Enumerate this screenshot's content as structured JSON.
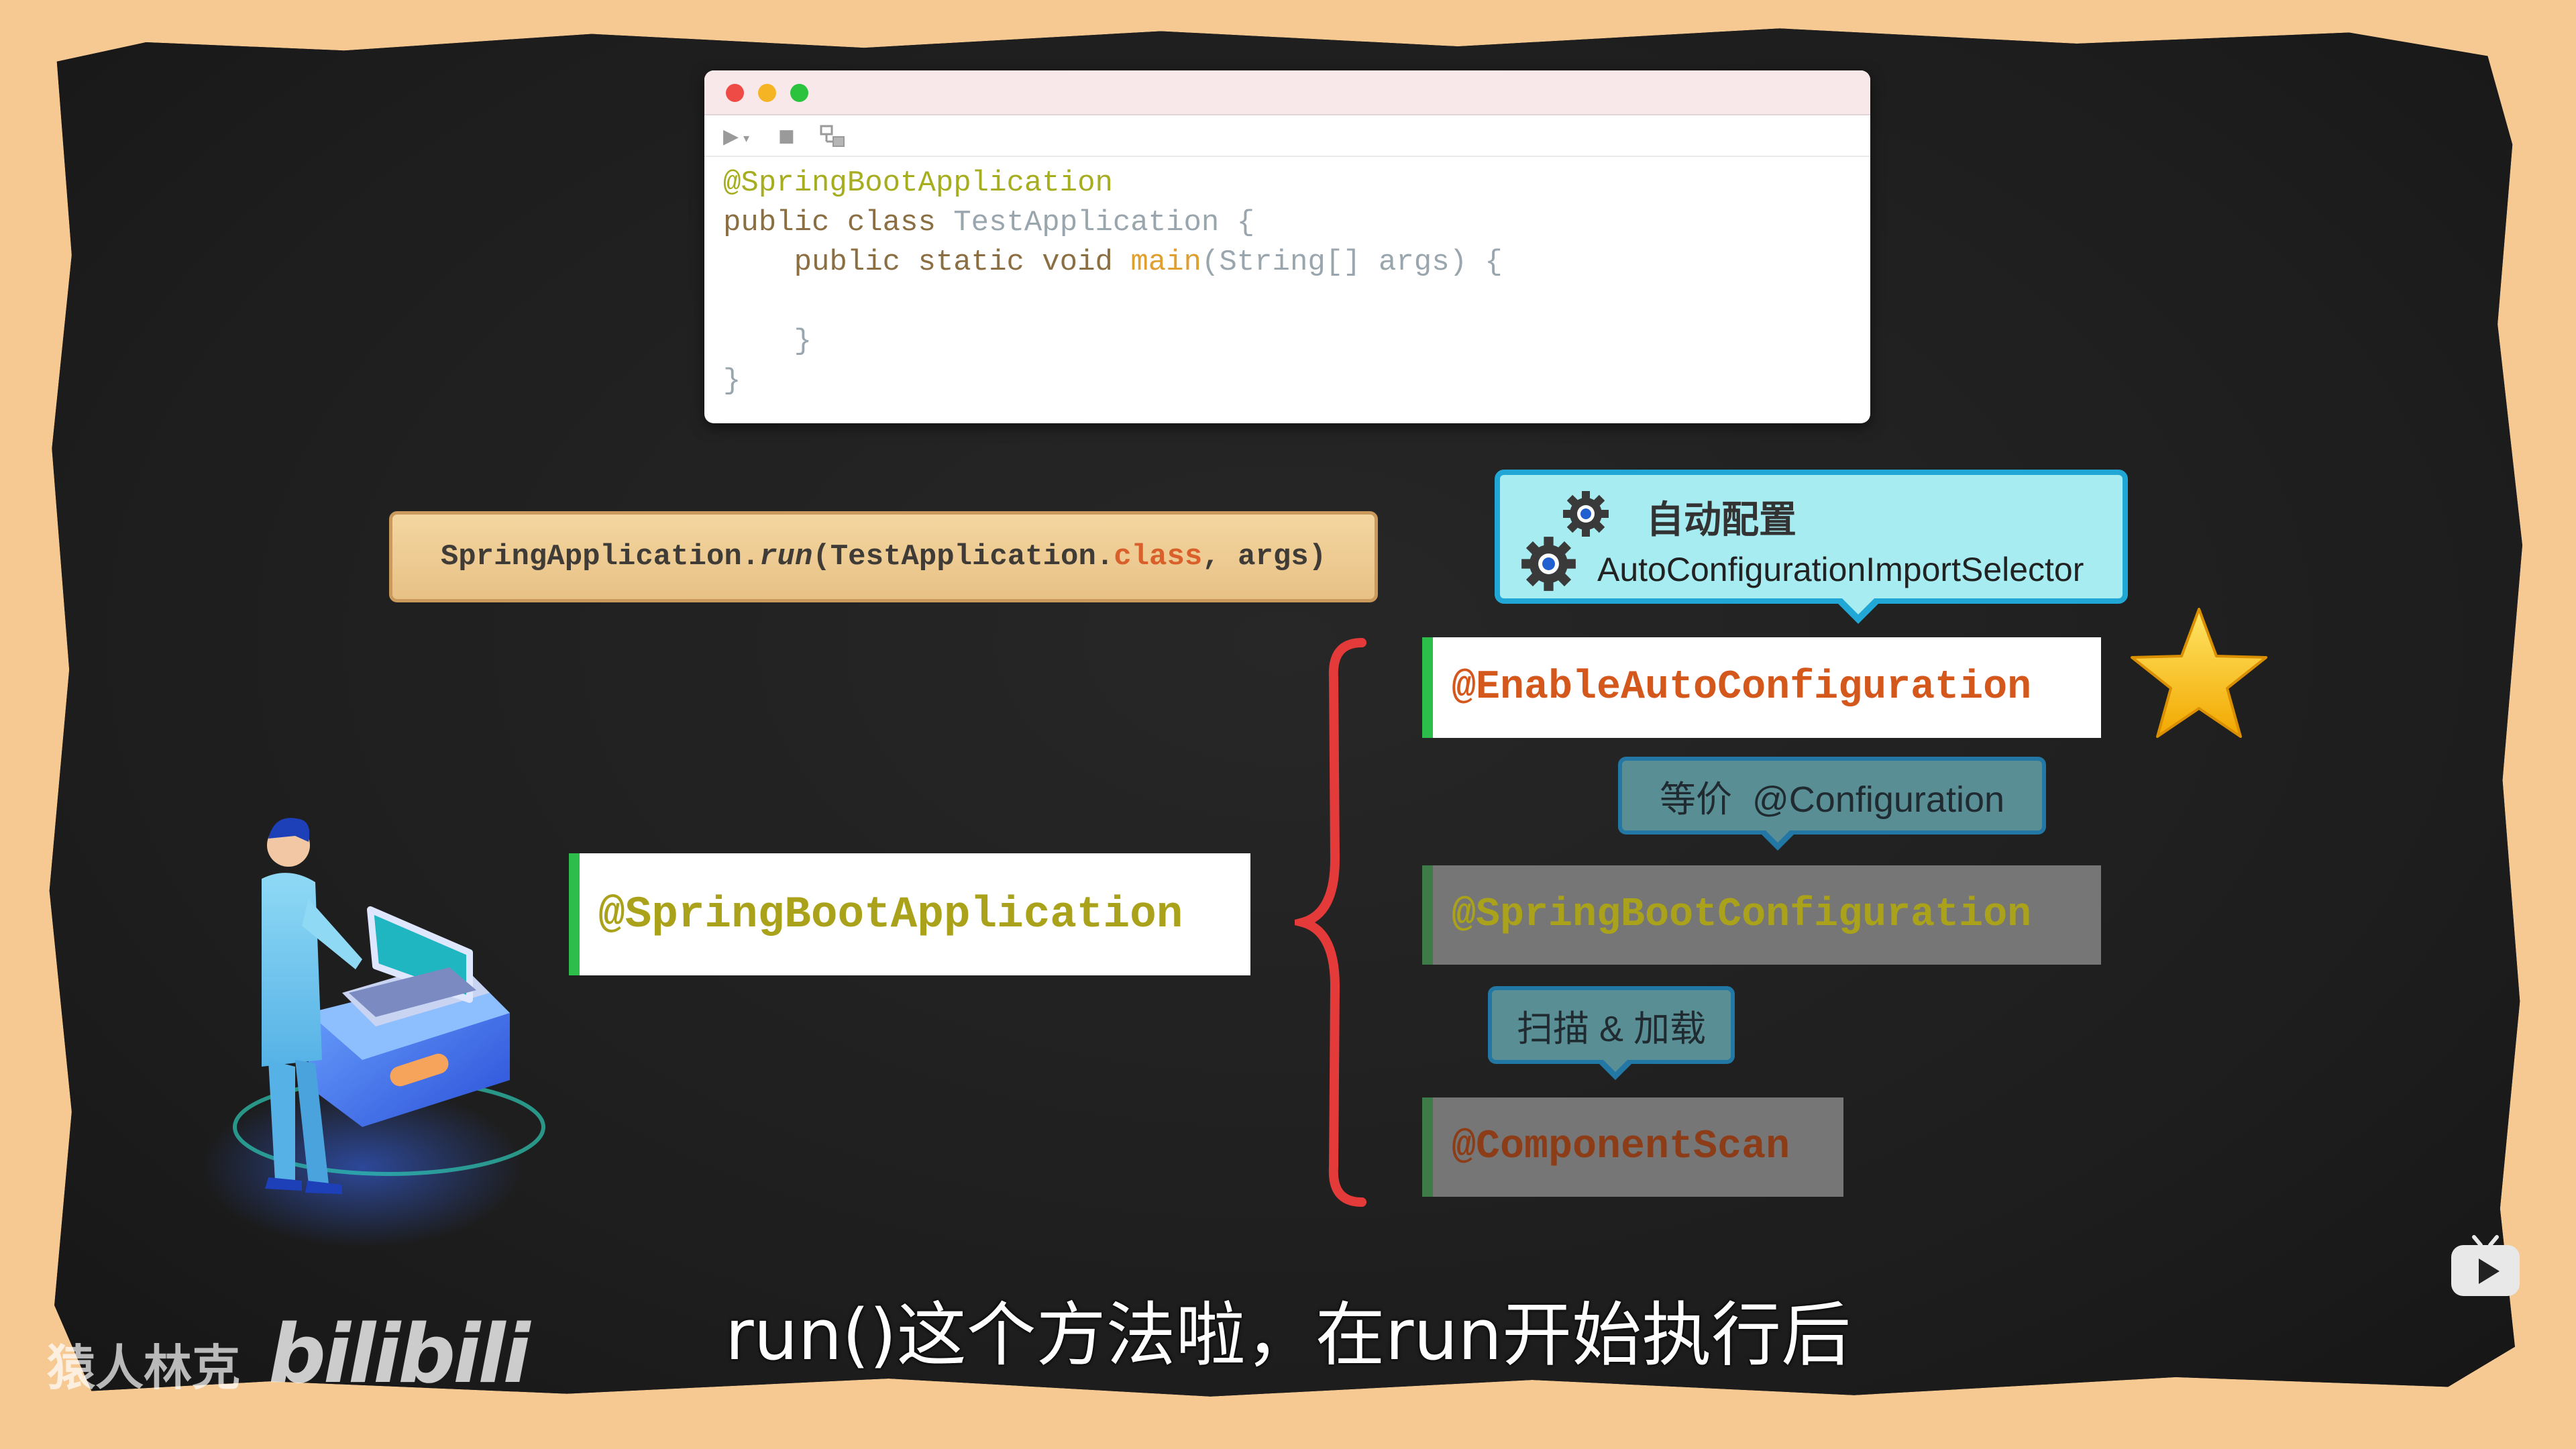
{
  "ide": {
    "title_dots": [
      "red",
      "yellow",
      "green"
    ],
    "toolbar_icons": [
      "run-icon",
      "stop-icon",
      "structure-icon"
    ],
    "code": {
      "line1": "@SpringBootApplication",
      "line2_kw": "public class ",
      "line2_cls": "TestApplication",
      "line2_end": " {",
      "line3_kw": "    public static void ",
      "line3_fn": "main",
      "line3_args": "(String[] args) {",
      "line4": "",
      "line5": "    }",
      "line6": "}"
    }
  },
  "run_call": {
    "prefix": "SpringApplication.",
    "method": "run",
    "args_start": "(TestApplication.",
    "keyword": "class",
    "args_end": ", args)"
  },
  "auto_config": {
    "title": "自动配置",
    "subtitle": "AutoConfigurationImportSelector"
  },
  "annotations": {
    "main": "@SpringBootApplication",
    "enable_auto": "@EnableAutoConfiguration",
    "boot_config": "@SpringBootConfiguration",
    "component_scan": "@ComponentScan"
  },
  "bubbles": {
    "equivalent": "等价  @Configuration",
    "scan_load": "扫描 & 加载"
  },
  "subtitle": "run()这个方法啦，在run开始执行后",
  "watermark": "猿人林克",
  "logo_text": "bilibili",
  "colors": {
    "background": "#f6c993",
    "board": "#212121",
    "accent_green": "#2dbd4b",
    "brace_red": "#e53a3a",
    "bubble_blue": "#21a7d5"
  }
}
